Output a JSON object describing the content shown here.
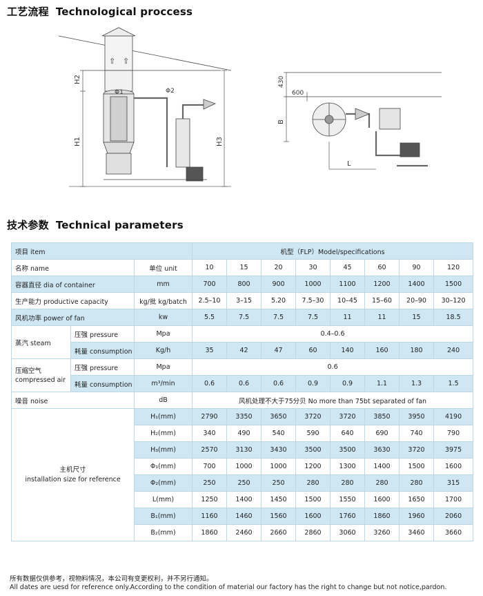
{
  "headings": {
    "process_zh": "工艺流程",
    "process_en": "Technological proccess",
    "params_zh": "技术参数",
    "params_en": "Technical parameters"
  },
  "diagram_labels": {
    "side": {
      "h2": "H2",
      "h1": "H1",
      "h3": "H3",
      "phi1": "Φ1",
      "phi2": "Φ2",
      "arrow": "⇧"
    },
    "top": {
      "dim430": "430",
      "dim600": "600",
      "b": "B",
      "l": "L"
    }
  },
  "table": {
    "item_header": "项目 item",
    "model_header": "机型（FLP）Model/specifications",
    "name_row": {
      "label": "名称 name",
      "unit": "单位 unit",
      "models": [
        "10",
        "15",
        "20",
        "30",
        "45",
        "60",
        "90",
        "120"
      ]
    },
    "rows": [
      {
        "label": "容器直径 dia of container",
        "unit": "mm",
        "values": [
          "700",
          "800",
          "900",
          "1000",
          "1100",
          "1200",
          "1400",
          "1500"
        ]
      },
      {
        "label": "生产能力 productive capacity",
        "unit": "kg/批 kg/batch",
        "values": [
          "2.5–10",
          "3–15",
          "5.20",
          "7.5–30",
          "10–45",
          "15–60",
          "20–90",
          "30–120"
        ]
      },
      {
        "label": "风机功率 power of fan",
        "unit": "kw",
        "values": [
          "5.5",
          "7.5",
          "7.5",
          "7.5",
          "11",
          "11",
          "15",
          "18.5"
        ]
      }
    ],
    "steam": {
      "label_zh": "蒸汽 steam",
      "pressure_label": "压强 pressure",
      "pressure_unit": "Mpa",
      "pressure_value": "0.4–0.6",
      "consumption_label": "耗量 consumption",
      "consumption_unit": "Kg/h",
      "consumption_values": [
        "35",
        "42",
        "47",
        "60",
        "140",
        "160",
        "180",
        "240"
      ]
    },
    "air": {
      "label_zh": "压缩空气",
      "label_en": "compressed air",
      "pressure_label": "压强 pressure",
      "pressure_unit": "Mpa",
      "pressure_value": "0.6",
      "consumption_label": "耗量 consumption",
      "consumption_unit": "m³/min",
      "consumption_values": [
        "0.6",
        "0.6",
        "0.6",
        "0.9",
        "0.9",
        "1.1",
        "1.3",
        "1.5"
      ]
    },
    "noise": {
      "label": "噪音 noise",
      "unit": "dB",
      "value": "风机处理不大于75分贝 No more than 75bt separated of fan"
    },
    "installation": {
      "label_zh": "主机尺寸",
      "label_en": "installation size for reference",
      "rows": [
        {
          "unit": "H₁(mm)",
          "values": [
            "2790",
            "3350",
            "3650",
            "3720",
            "3720",
            "3850",
            "3950",
            "4190"
          ]
        },
        {
          "unit": "H₂(mm)",
          "values": [
            "340",
            "490",
            "540",
            "590",
            "640",
            "690",
            "740",
            "790"
          ]
        },
        {
          "unit": "H₃(mm)",
          "values": [
            "2570",
            "3130",
            "3430",
            "3500",
            "3500",
            "3630",
            "3720",
            "3975"
          ]
        },
        {
          "unit": "Φ₁(mm)",
          "values": [
            "700",
            "1000",
            "1000",
            "1200",
            "1300",
            "1400",
            "1500",
            "1600"
          ]
        },
        {
          "unit": "Φ₂(mm)",
          "values": [
            "250",
            "250",
            "250",
            "280",
            "280",
            "280",
            "280",
            "315"
          ]
        },
        {
          "unit": "L(mm)",
          "values": [
            "1250",
            "1400",
            "1450",
            "1500",
            "1550",
            "1600",
            "1650",
            "1700"
          ]
        },
        {
          "unit": "B₁(mm)",
          "values": [
            "1160",
            "1460",
            "1560",
            "1600",
            "1760",
            "1860",
            "1960",
            "2060"
          ]
        },
        {
          "unit": "B₂(mm)",
          "values": [
            "1860",
            "2460",
            "2660",
            "2860",
            "3060",
            "3260",
            "3460",
            "3660"
          ]
        }
      ]
    }
  },
  "notes": {
    "zh": "所有数据仅供参考，视物料情况，本公司有变更权利，并不另行通知。",
    "en": "All dates are uesd for reference only.According to the condition of material our factory has the right to change but not notice,pardon."
  },
  "colors": {
    "row_blue": "#cfe7f3",
    "border": "#b9d7e5"
  }
}
